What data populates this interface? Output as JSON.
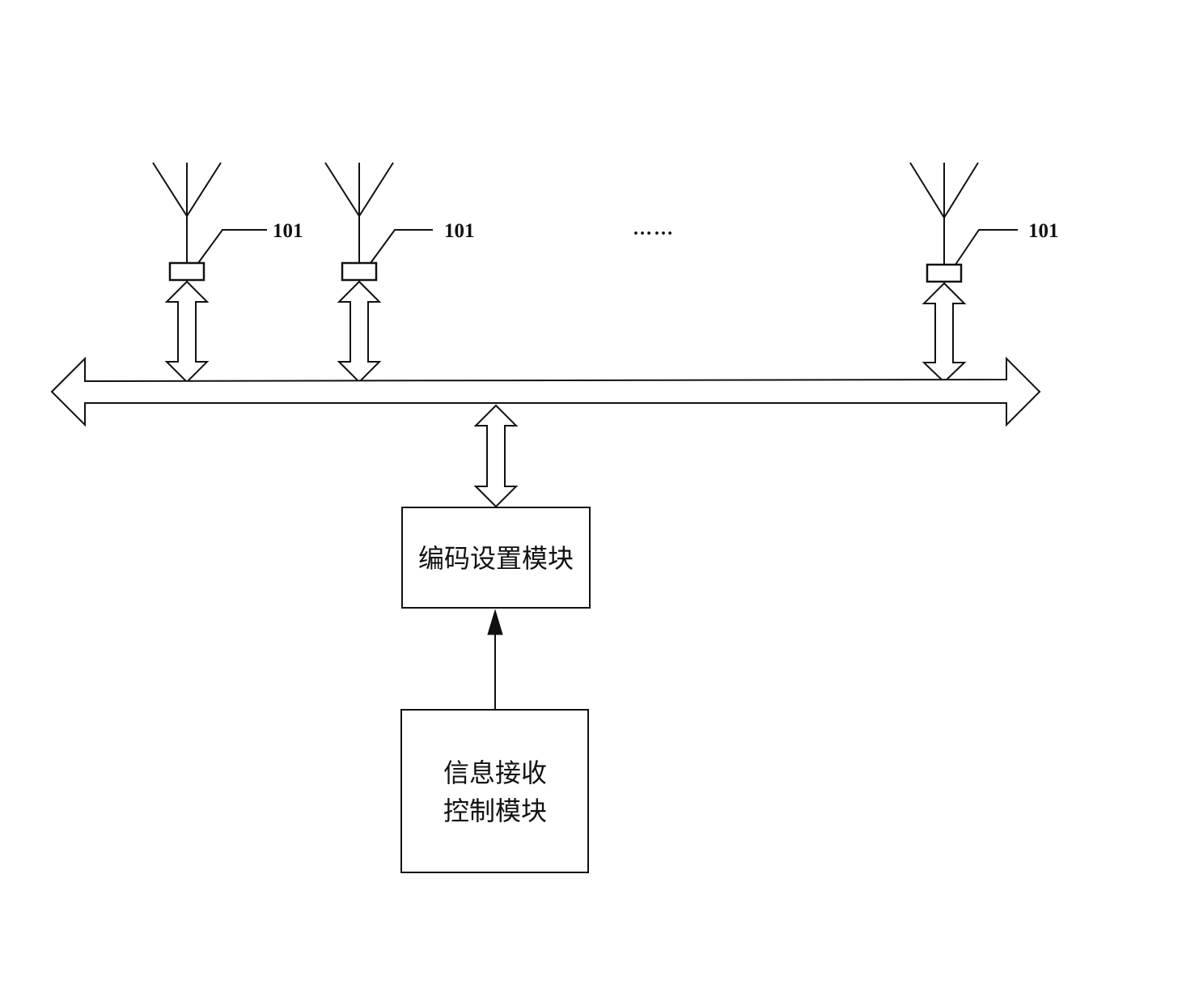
{
  "antennas": [
    {
      "ref_label": "101"
    },
    {
      "ref_label": "101"
    },
    {
      "ref_label": "101"
    }
  ],
  "ellipsis": "……",
  "encoding_module": {
    "label": "编码设置模块"
  },
  "control_module": {
    "line1": "信息接收",
    "line2": "控制模块"
  }
}
